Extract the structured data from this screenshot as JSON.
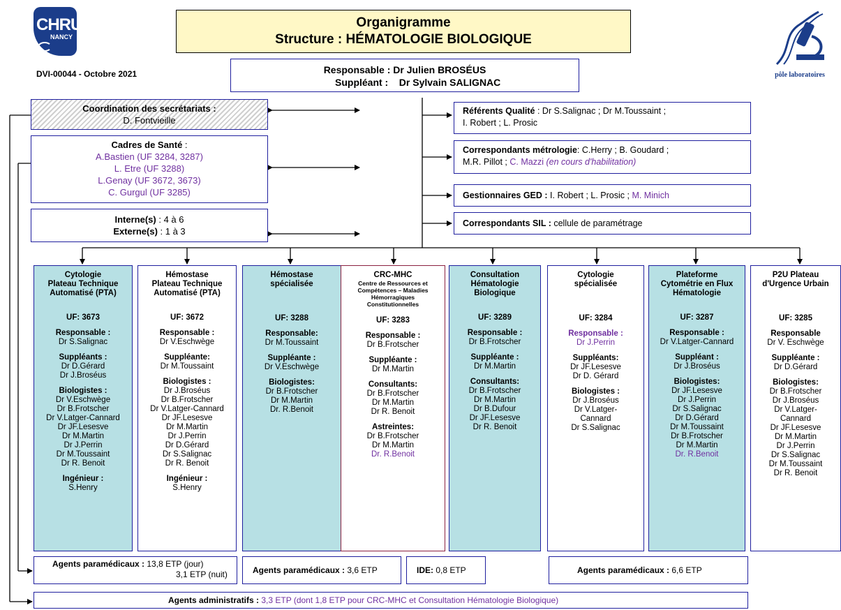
{
  "logo_left": {
    "line1": "CHRU",
    "line2": "NANCY"
  },
  "logo_right": {
    "caption": "pôle laboratoires"
  },
  "doc_ref": "DVI-00044 -  Octobre 2021",
  "title": {
    "line1": "Organigramme",
    "line2": "Structure : HÉMATOLOGIE BIOLOGIQUE"
  },
  "responsable": {
    "label1": "Responsable :",
    "name1": "Dr Julien BROSÉUS",
    "label2": "Suppléant :",
    "name2": "Dr Sylvain SALIGNAC"
  },
  "coordination": {
    "label": "Coordination des secrétariats :",
    "name": "D. Fontvieille"
  },
  "cadres": {
    "label": "Cadres de Santé",
    "colon": " :",
    "lines": [
      "A.Bastien (UF 3284, 3287)",
      "L. Etre (UF 3288)",
      "L.Genay (UF 3672, 3673)",
      "C. Gurgul (UF 3285)"
    ]
  },
  "internes": {
    "l1": "Interne(s)",
    "v1": " : 4 à 6",
    "l2": "Externe(s)",
    "v2": " : 1 à 3"
  },
  "referents": {
    "label": "Référents Qualité",
    "text": " : Dr S.Salignac ; Dr M.Toussaint ;",
    "text2": "I. Robert ; L. Prosic"
  },
  "correspondants_metro": {
    "label": "Correspondants métrologie",
    "text": ": C.Herry ;  B. Goudard ;",
    "text2": "M.R. Pillot ; ",
    "purple": "C. Mazzi ",
    "purple_italic": "(en cours d'habilitation)"
  },
  "ged": {
    "label": "Gestionnaires GED :",
    "text": " I. Robert ; L. Prosic ; ",
    "purple": "M. Minich"
  },
  "sil": {
    "label": "Correspondants SIL :",
    "text": " cellule de paramétrage"
  },
  "columns": [
    {
      "title": [
        "Cytologie",
        "Plateau Technique",
        "Automatisé (PTA)"
      ],
      "uf": "UF: 3673",
      "sections": [
        {
          "label": "Responsable :",
          "names": [
            "Dr S.Salignac"
          ]
        },
        {
          "label": "Suppléants :",
          "names": [
            "Dr D.Gérard",
            "Dr J.Broséus"
          ]
        },
        {
          "label": "Biologistes :",
          "names": [
            "Dr V.Eschwège",
            "Dr B.Frotscher",
            "Dr V.Latger-Cannard",
            "Dr JF.Lesesve",
            "Dr M.Martin",
            "Dr J.Perrin",
            "Dr M.Toussaint",
            "Dr R. Benoit"
          ]
        },
        {
          "label": "Ingénieur :",
          "names": [
            "S.Henry"
          ]
        }
      ]
    },
    {
      "title": [
        "Hémostase",
        "Plateau Technique",
        "Automatisé (PTA)"
      ],
      "uf": "UF: 3672",
      "sections": [
        {
          "label": "Responsable :",
          "names": [
            "Dr V.Eschwège"
          ]
        },
        {
          "label": "Suppléante:",
          "names": [
            "Dr M.Toussaint"
          ]
        },
        {
          "label": "Biologistes :",
          "names": [
            "Dr J.Broséus",
            "Dr B.Frotscher",
            "Dr V.Latger-Cannard",
            "Dr JF.Lesesve",
            "Dr M.Martin",
            "Dr J.Perrin",
            "Dr D.Gérard",
            "Dr S.Salignac",
            "Dr R. Benoit"
          ]
        },
        {
          "label": "Ingénieur :",
          "names": [
            "S.Henry"
          ]
        }
      ]
    },
    {
      "title": [
        "Hémostase",
        "spécialisée"
      ],
      "uf": "UF: 3288",
      "sections": [
        {
          "label": "Responsable:",
          "names": [
            "Dr M.Toussaint"
          ]
        },
        {
          "label": "Suppléante :",
          "names": [
            "Dr V.Eschwège"
          ]
        },
        {
          "label": "Biologistes:",
          "names": [
            "Dr B.Frotscher",
            "Dr M.Martin",
            "Dr. R.Benoit"
          ]
        }
      ]
    },
    {
      "title": [
        "CRC-MHC"
      ],
      "subtitle": [
        "Centre de Ressources et",
        "Compétences – Maladies",
        "Hémorragiques",
        "Constitutionnelles"
      ],
      "uf": "UF: 3283",
      "sections": [
        {
          "label": "Responsable :",
          "names": [
            "Dr B.Frotscher"
          ]
        },
        {
          "label": "Suppléante :",
          "names": [
            "Dr M.Martin"
          ]
        },
        {
          "label": "Consultants:",
          "names": [
            "Dr B.Frotscher",
            "Dr M.Martin",
            "Dr R. Benoit"
          ]
        },
        {
          "label": "Astreintes:",
          "names": [
            "Dr B.Frotscher",
            "Dr M.Martin"
          ],
          "purple_names": [
            "Dr. R.Benoit"
          ]
        }
      ]
    },
    {
      "title": [
        "Consultation",
        "Hématologie",
        "Biologique"
      ],
      "uf": "UF: 3289",
      "sections": [
        {
          "label": "Responsable :",
          "names": [
            "Dr B.Frotscher"
          ]
        },
        {
          "label": "Suppléante :",
          "names": [
            "Dr M.Martin"
          ]
        },
        {
          "label": "Consultants:",
          "names": [
            "Dr B.Frotscher",
            "Dr M.Martin",
            "Dr B.Dufour",
            "Dr JF.Lesesve",
            "Dr R. Benoit"
          ]
        }
      ]
    },
    {
      "title": [
        "Cytologie",
        "spécialisée"
      ],
      "uf": "UF: 3284",
      "sections": [
        {
          "label": "Responsable :",
          "names": [
            "Dr J.Perrin"
          ],
          "highlight": true
        },
        {
          "label": "Suppléants:",
          "names": [
            "Dr JF.Lesesve",
            "Dr D. Gérard"
          ]
        },
        {
          "label": "Biologistes :",
          "names": [
            "Dr J.Broséus",
            "Dr V.Latger-",
            "Cannard",
            "Dr S.Salignac"
          ]
        }
      ]
    },
    {
      "title": [
        "Plateforme",
        "Cytométrie en Flux",
        "Hématologie"
      ],
      "uf": "UF: 3287",
      "sections": [
        {
          "label": "Responsable :",
          "names": [
            "Dr V.Latger-Cannard"
          ]
        },
        {
          "label": "Suppléant :",
          "names": [
            "Dr J.Broséus"
          ]
        },
        {
          "label": "Biologistes:",
          "names": [
            "Dr JF.Lesesve",
            "Dr J.Perrin",
            "Dr S.Salignac",
            "Dr D.Gérard",
            "Dr M.Toussaint",
            "Dr B.Frotscher",
            "Dr M.Martin"
          ],
          "purple_names": [
            "Dr. R.Benoit"
          ]
        }
      ]
    },
    {
      "title": [
        "P2U Plateau",
        "d'Urgence Urbain"
      ],
      "uf": "UF: 3285",
      "sections": [
        {
          "label": "Responsable",
          "names": [
            "Dr V. Eschwège"
          ]
        },
        {
          "label": "Suppléante :",
          "names": [
            "Dr D.Gérard"
          ]
        },
        {
          "label": "Biologistes:",
          "names": [
            "Dr B.Frotscher",
            "Dr J.Broséus",
            "Dr V.Latger-",
            "Cannard",
            "Dr JF.Lesesve",
            "Dr M.Martin",
            "Dr J.Perrin",
            "Dr S.Salignac",
            "Dr M.Toussaint",
            "Dr R. Benoit"
          ]
        }
      ]
    }
  ],
  "agents_para_1": {
    "label": "Agents paramédicaux :",
    "v1": " 13,8 ETP (jour)",
    "v2": "3,1 ETP (nuit)"
  },
  "agents_para_2": {
    "label": "Agents paramédicaux :",
    "v": " 3,6 ETP"
  },
  "ide": {
    "label": "IDE:",
    "v": " 0,8 ETP"
  },
  "agents_para_3": {
    "label": "Agents paramédicaux :",
    "v": " 6,6 ETP"
  },
  "agents_admin": {
    "label": "Agents administratifs :",
    "v": " 3,3 ETP (dont 1,8 ETP pour CRC-MHC et Consultation Hématologie Biologique)"
  },
  "colors": {
    "border": "#1f1f9e",
    "teal": "#b7e0e4",
    "title_bg": "#fff8c6",
    "purple": "#7030a0",
    "highlight": "#e58fc0"
  }
}
